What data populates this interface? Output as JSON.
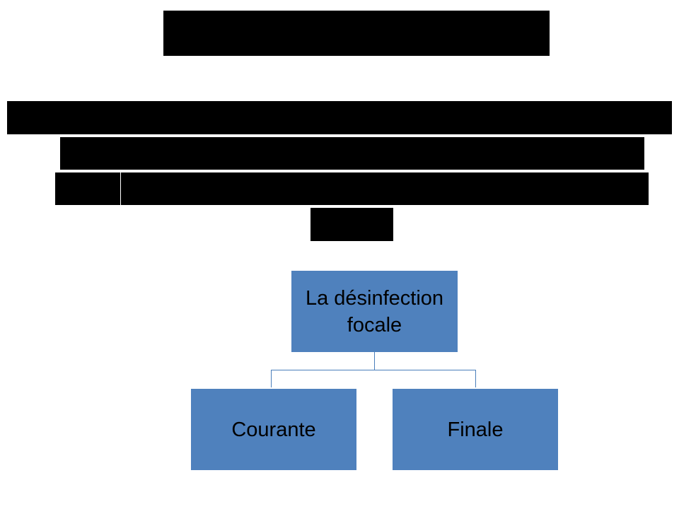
{
  "colors": {
    "node_fill": "#4F81BD",
    "connector": "#4A7EBB",
    "redaction": "#000000"
  },
  "diagram": {
    "root": {
      "label": "La désinfection focale"
    },
    "children": [
      {
        "label": "Courante"
      },
      {
        "label": "Finale"
      }
    ]
  }
}
